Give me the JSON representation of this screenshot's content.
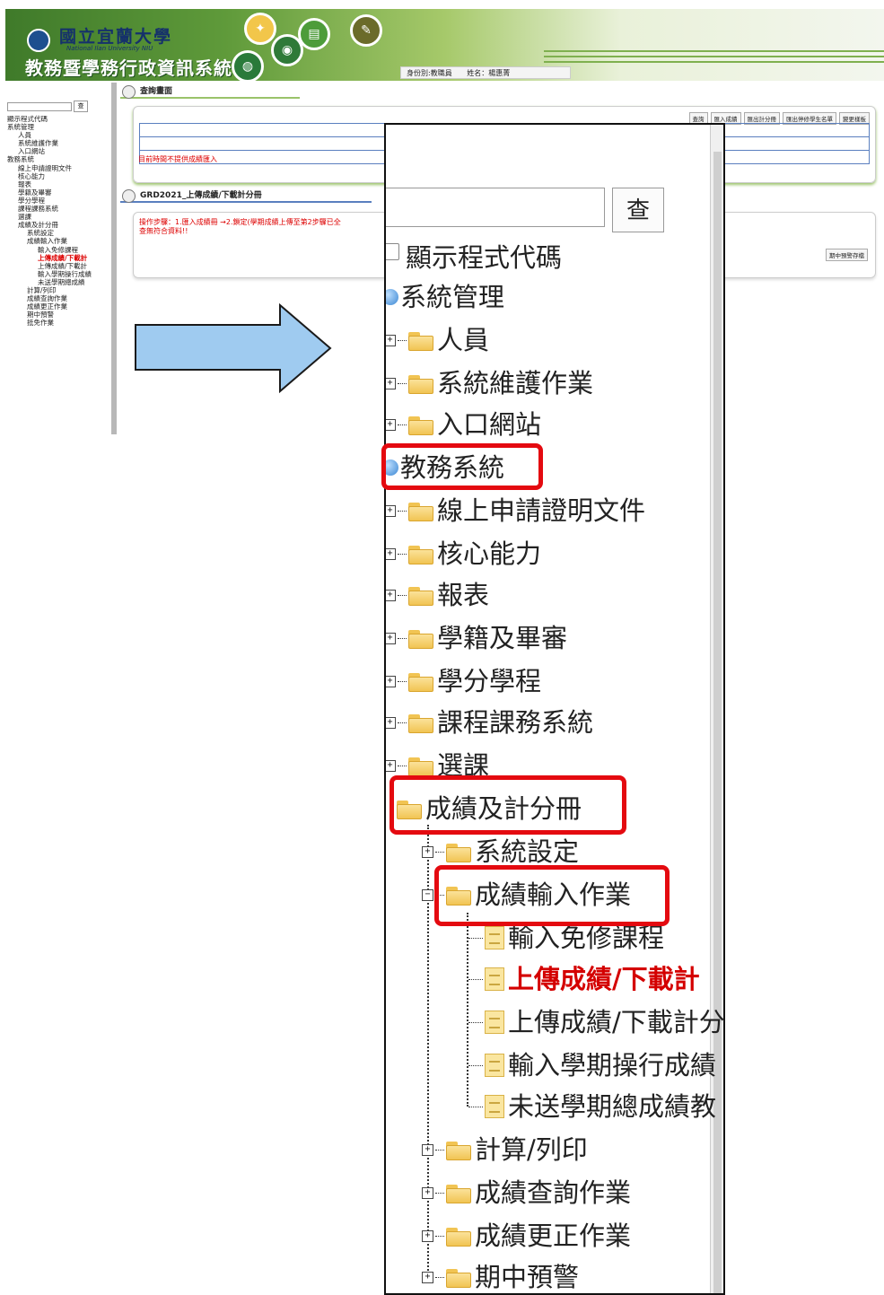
{
  "thumbnail": {
    "university_name": "國立宜蘭大學",
    "university_en": "National Ilan University NIU",
    "system_title": "教務暨學務行政資訊系統",
    "user_bar": {
      "role": "身份別:教職員",
      "name": "姓名：楊惠菁"
    },
    "search_button": "查",
    "tree_items": [
      "顯示程式代碼",
      "系統管理",
      "人員",
      "系統維護作業",
      "入口網站",
      "教務系統",
      "線上申請證明文件",
      "核心能力",
      "報表",
      "學籍及畢審",
      "學分學程",
      "課程課務系統",
      "選課",
      "成績及計分冊",
      "系統設定",
      "成績輸入作業",
      "輸入免修課程",
      "上傳成績/下載計",
      "上傳成績/下載計",
      "輸入學期操行成績",
      "未送學期總成績",
      "計算/列印",
      "成績查詢作業",
      "成績更正作業",
      "期中預警",
      "抵免作業"
    ],
    "panel1_title": "查詢畫面",
    "panel1_buttons": [
      "查詢",
      "匯入成績",
      "匯出計分冊",
      "匯出停修學生名單",
      "變更樣板"
    ],
    "panel1_message": "目前時間不提供成績匯入",
    "panel2_title": "GRD2021_上傳成績/下載計分冊",
    "panel2_steps": "操作步驟：1.匯入成績冊 →2.鎖定(學期成績上傳至第2步驟已全",
    "panel2_nodata": "查無符合資料!!",
    "panel2_button": "期中預警存檔"
  },
  "zoom": {
    "search_button": "查",
    "show_code_label": "顯示程式代碼",
    "items": {
      "system_admin": "系統管理",
      "personnel": "人員",
      "sys_maint": "系統維護作業",
      "portal": "入口網站",
      "academic": "教務系統",
      "certificate": "線上申請證明文件",
      "core": "核心能力",
      "report": "報表",
      "registry": "學籍及畢審",
      "credit_prog": "學分學程",
      "course": "課程課務系統",
      "select": "選課",
      "grades": "成績及計分冊",
      "settings": "系統設定",
      "grade_input": "成績輸入作業",
      "exempt": "輸入免修課程",
      "upload_active": "上傳成績/下載計",
      "upload2": "上傳成績/下載計分",
      "conduct": "輸入學期操行成績",
      "unsent": "未送學期總成績教",
      "calc": "計算/列印",
      "query": "成績查詢作業",
      "correct": "成績更正作業",
      "midterm": "期中預警"
    }
  },
  "colors": {
    "highlight_box": "#e40a10",
    "arrow_fill": "#9fcbf0",
    "active_text": "#d40000"
  }
}
